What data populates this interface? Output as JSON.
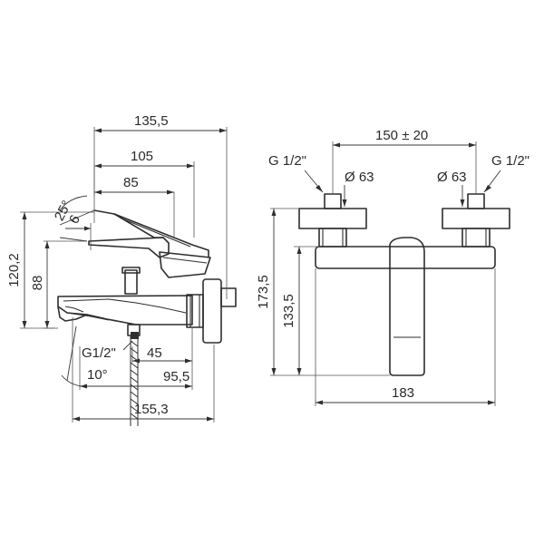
{
  "side_view": {
    "dims": {
      "d135_5": "135,5",
      "d105": "105",
      "d85": "85",
      "d25deg": "25°",
      "d6": "6",
      "d120_2": "120,2",
      "d88": "88",
      "g12": "G1/2\"",
      "d45": "45",
      "d10deg": "10°",
      "d95_5": "95,5",
      "d155_3": "155,3"
    }
  },
  "front_view": {
    "dims": {
      "d150": "150 ± 20",
      "g12_left": "G 1/2\"",
      "g12_right": "G 1/2\"",
      "phi63_left": "Ø 63",
      "phi63_right": "Ø 63",
      "d173_5": "173,5",
      "d133_5": "133,5",
      "d183": "183"
    }
  }
}
